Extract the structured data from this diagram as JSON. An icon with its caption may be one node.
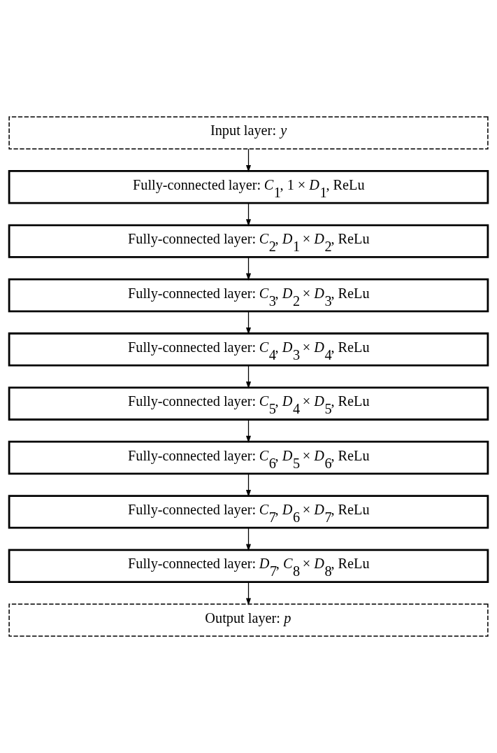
{
  "diagram": {
    "nodes": [
      {
        "text": [
          "Input layer: *y*"
        ]
      },
      {
        "text": [
          "Fully-connected layer: *C*$_{1}$, 1 × *D*$_{1}$, ReLu"
        ]
      },
      {
        "text": [
          "Fully-connected layer: *C*$_{2}$, *D*$_{1}$ × *D*$_{2}$, ReLu"
        ]
      },
      {
        "text": [
          "Fully-connected layer: *C*$_{3}$, *D*$_{2}$ × *D*$_{3}$, ReLu"
        ]
      },
      {
        "text": [
          "Fully-connected layer: *C*$_{4}$, *D*$_{3}$ × *D*$_{4}$, ReLu"
        ]
      },
      {
        "text": [
          "Fully-connected layer: *C*$_{5}$, *D*$_{4}$ × *D*$_{5}$, ReLu"
        ]
      },
      {
        "text": [
          "Fully-connected layer: *C*$_{6}$, *D*$_{5}$ × *D*$_{6}$, ReLu"
        ]
      },
      {
        "text": [
          "Fully-connected layer: *C*$_{7}$, *D*$_{6}$ × *D*$_{7}$, ReLu"
        ]
      },
      {
        "text": [
          "Fully-connected layer: *D*$_{7}$, *C*$_{8}$ × *D*$_{8}$, ReLu"
        ]
      },
      {
        "text": [
          "Output layer: *p*"
        ]
      }
    ],
    "edges": [
      {
        "from": 0,
        "to": 1,
        "arrow": "to"
      },
      {
        "from": 1,
        "to": 2,
        "arrow": "to"
      },
      {
        "from": 2,
        "to": 3,
        "arrow": "to"
      },
      {
        "from": 3,
        "to": 4,
        "arrow": "to"
      },
      {
        "from": 4,
        "to": 5,
        "arrow": "to"
      },
      {
        "from": 5,
        "to": 6,
        "arrow": "to"
      },
      {
        "from": 6,
        "to": 7,
        "arrow": "to"
      },
      {
        "from": 7,
        "to": 8,
        "arrow": "to"
      },
      {
        "from": 8,
        "to": 9,
        "arrow": "to"
      }
    ]
  }
}
